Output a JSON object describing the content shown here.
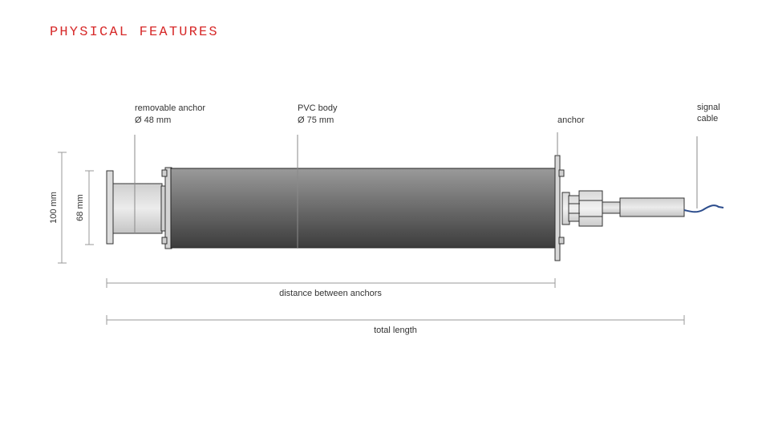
{
  "title": "PHYSICAL FEATURES",
  "labels": {
    "removable_anchor_name": "removable anchor",
    "removable_anchor_dim": "Ø 48 mm",
    "pvc_body_name": "PVC body",
    "pvc_body_dim": "Ø 75 mm",
    "anchor": "anchor",
    "signal": "signal",
    "cable": "cable"
  },
  "dimensions": {
    "outer_height": "100 mm",
    "inner_height": "68 mm",
    "distance_between_anchors": "distance between anchors",
    "total_length": "total length"
  },
  "colors": {
    "title": "#d72b2b",
    "body_top": "#9a9a9a",
    "body_bottom": "#3c3c3c",
    "cable": "#2b4c8c"
  }
}
